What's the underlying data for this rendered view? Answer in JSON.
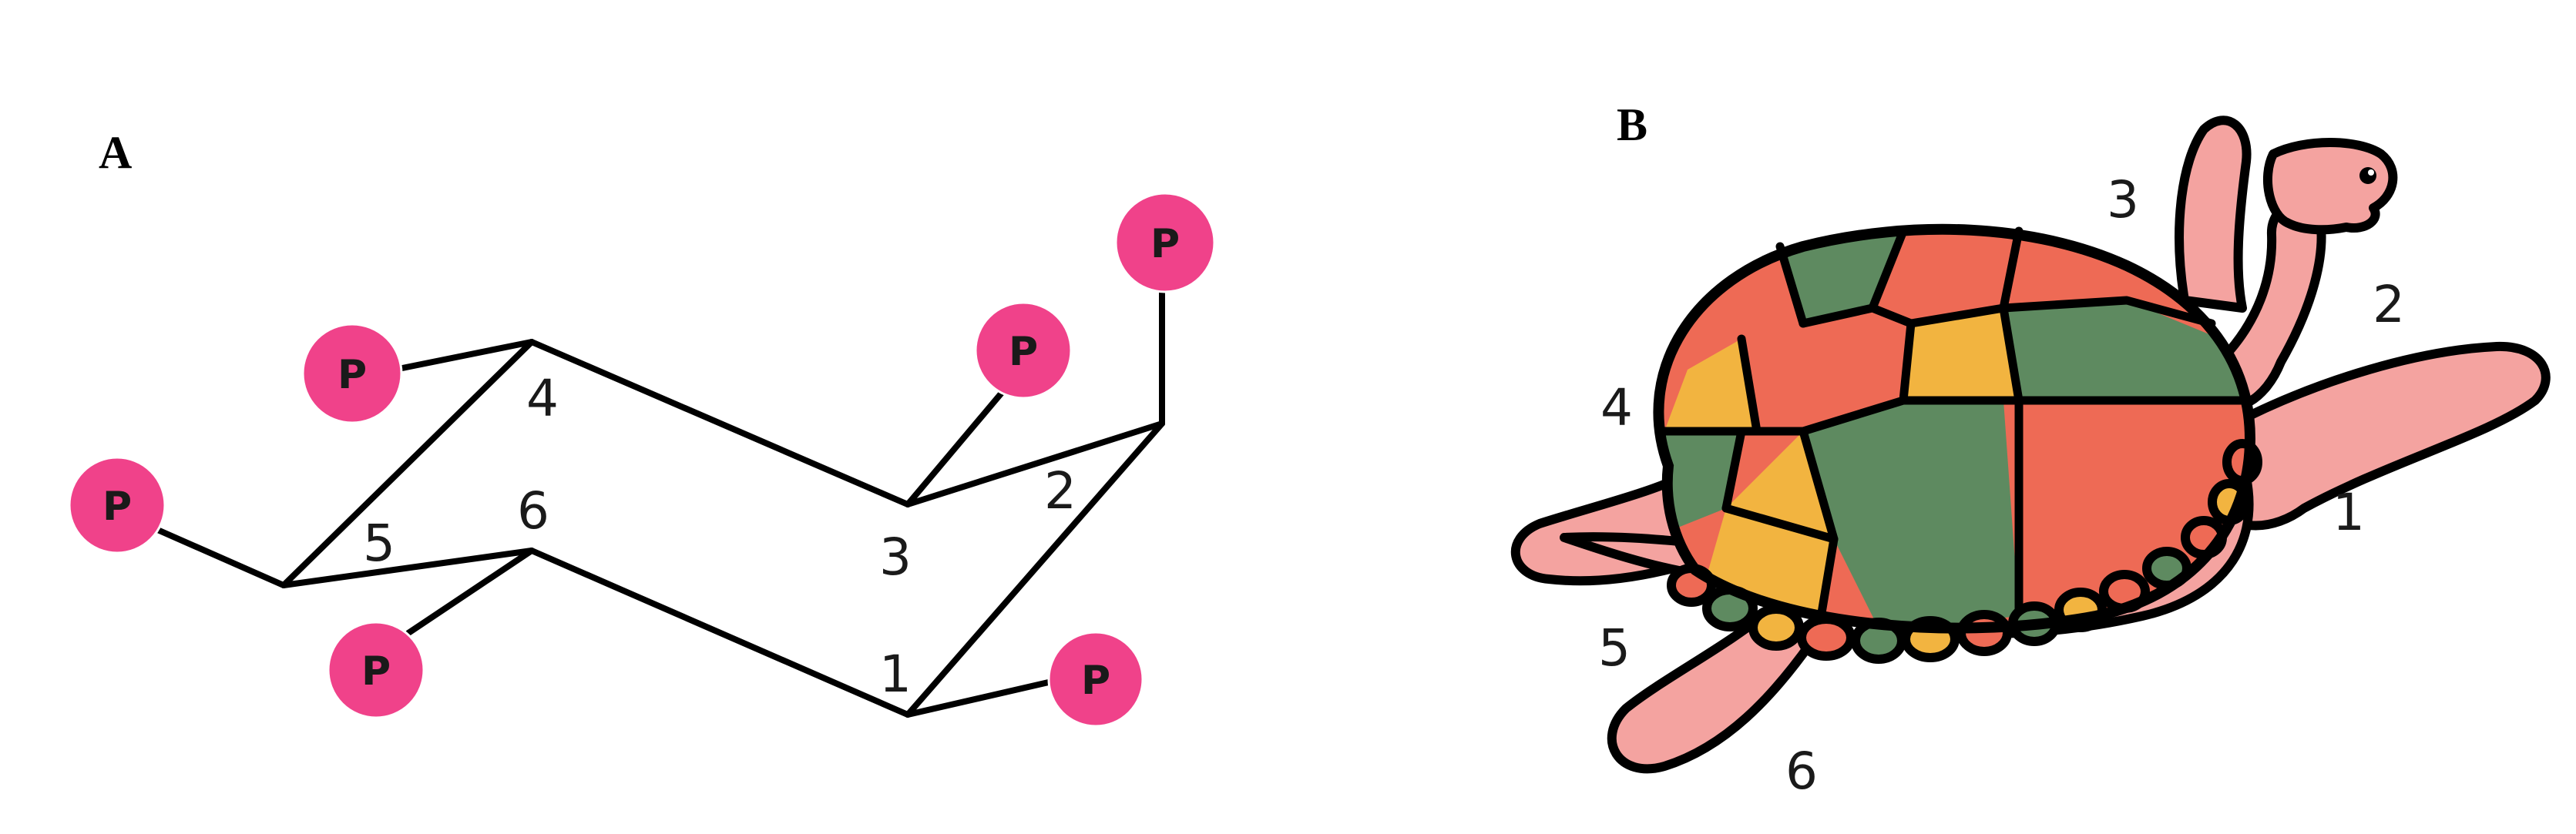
{
  "panel_a": {
    "label": "A",
    "phosphate_label": "P",
    "phosphate_color": "#f0428a",
    "ring_numbers": [
      "1",
      "2",
      "3",
      "4",
      "5",
      "6"
    ]
  },
  "panel_b": {
    "label": "B",
    "limb_numbers": [
      "1",
      "2",
      "3",
      "4",
      "5",
      "6"
    ],
    "skin_color": "#f4a3a0",
    "shell_colors": {
      "red": "#ee6a55",
      "green": "#5e8a60",
      "yellow": "#f2b440"
    }
  }
}
